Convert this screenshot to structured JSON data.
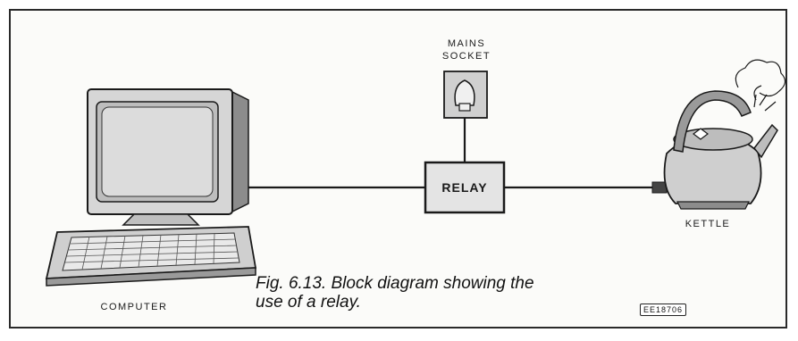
{
  "labels": {
    "mains_line1": "MAINS",
    "mains_line2": "SOCKET",
    "relay": "RELAY",
    "computer": "COMPUTER",
    "kettle": "KETTLE"
  },
  "caption": {
    "line1": "Fig. 6.13. Block diagram showing the",
    "line2": "use of a relay."
  },
  "reference_code": "EE18706",
  "colors": {
    "ink": "#1a1a1a",
    "shade": "#cfcfcf",
    "light_shade": "#e6e6e6",
    "dark_shade": "#8c8c8c"
  }
}
